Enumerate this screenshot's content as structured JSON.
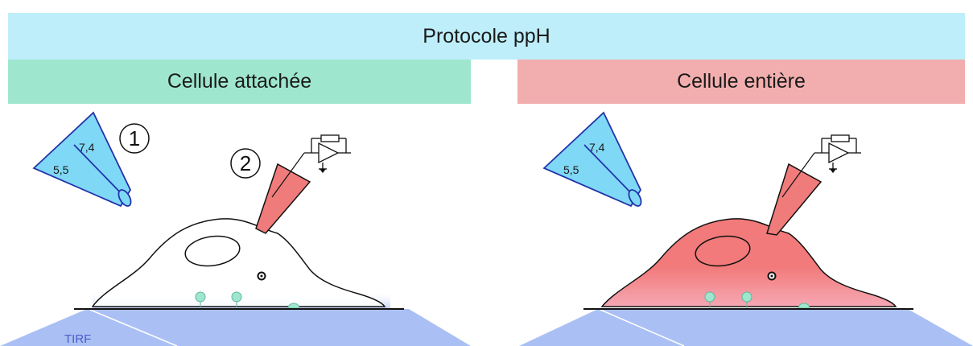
{
  "title": "Protocole ppH",
  "left_panel": {
    "title": "Cellule attachée",
    "step1": "1",
    "step2": "2",
    "ph_high": "7,4",
    "ph_low": "5,5",
    "tirf": "TIRF"
  },
  "right_panel": {
    "title": "Cellule entière",
    "ph_high": "7,4",
    "ph_low": "5,5"
  },
  "colors": {
    "title_bg": "#bdeefa",
    "left_bg": "#9fe6cf",
    "right_bg": "#f2aeae",
    "pipette_blue": "#7fd8f5",
    "pipette_red": "#f07b7b",
    "tirf": "#aac0f5"
  }
}
